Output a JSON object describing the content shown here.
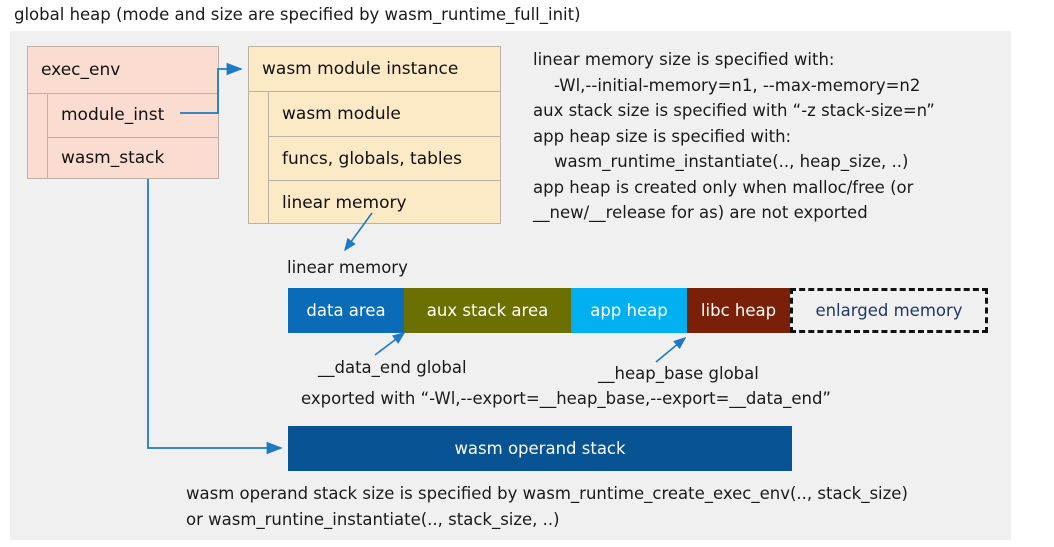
{
  "title": "global heap (mode and size are specified by wasm_runtime_full_init)",
  "colors": {
    "panel_background": "#f0f0f0",
    "exec_env_fill": "#fadcd1",
    "module_inst_fill": "#fce9c6",
    "struct_border": "#b9b2a6",
    "connector": "#1f7ac4",
    "data_area": "#0a6cb8",
    "aux_stack_area": "#6b7000",
    "app_heap": "#00b0f0",
    "libc_heap": "#7a2008",
    "enlarged_memory_text": "#1f3864",
    "operand_stack": "#075394"
  },
  "exec_env": {
    "header": "exec_env",
    "rows": [
      "module_inst",
      "wasm_stack"
    ]
  },
  "module_instance": {
    "header": "wasm module instance",
    "rows": [
      "wasm module",
      "funcs, globals, tables",
      "linear memory"
    ]
  },
  "notes": "linear memory size is specified with:\n    -Wl,--initial-memory=n1, --max-memory=n2\naux stack size is specified with “-z stack-size=n”\napp heap size is specified with:\n    wasm_runtime_instantiate(.., heap_size, ..)\napp heap is created only when malloc/free (or\n__new/__release for as) are not exported",
  "linear_memory": {
    "label": "linear memory",
    "segments": [
      {
        "label": "data area",
        "color": "#0a6cb8",
        "width": 116,
        "style": "solid"
      },
      {
        "label": "aux stack area",
        "color": "#6b7000",
        "width": 167,
        "style": "solid"
      },
      {
        "label": "app heap",
        "color": "#00b0f0",
        "width": 116,
        "style": "solid"
      },
      {
        "label": "libc heap",
        "color": "#7a2008",
        "width": 103,
        "style": "solid"
      },
      {
        "label": "enlarged memory",
        "color": "#f0f0f0",
        "width": 198,
        "style": "dashed"
      }
    ]
  },
  "annotations": {
    "data_end": "__data_end global",
    "heap_base": "__heap_base global",
    "export_note": "exported with “-Wl,--export=__heap_base,--export=__data_end”"
  },
  "operand_stack": {
    "label": "wasm operand stack",
    "note": "wasm operand stack size is specified by wasm_runtime_create_exec_env(.., stack_size)\nor wasm_runtine_instantiate(.., stack_size, ..)"
  }
}
